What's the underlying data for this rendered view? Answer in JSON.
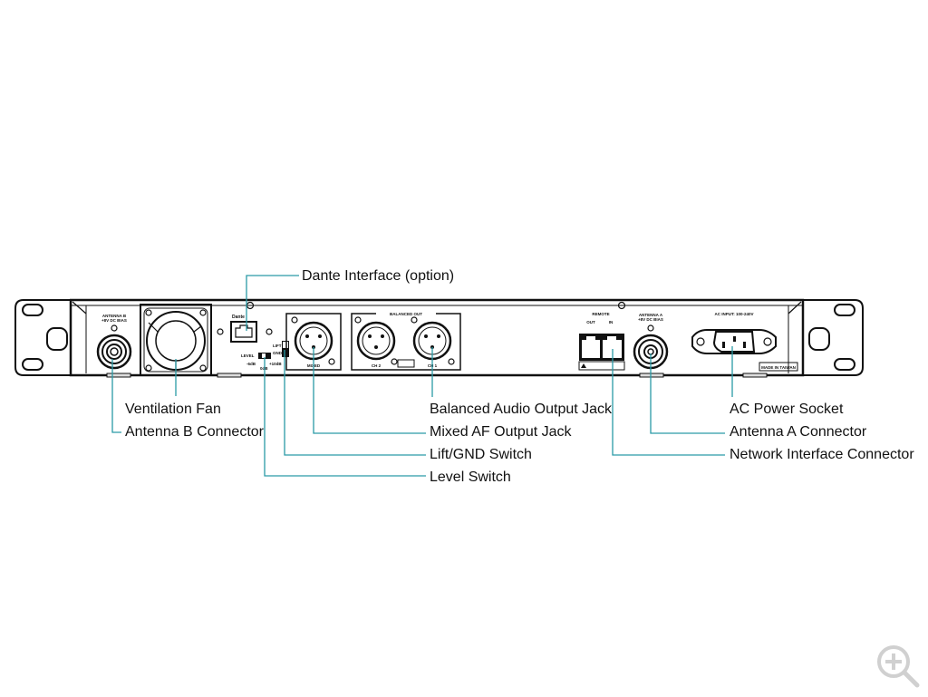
{
  "diagram": {
    "title": "Receiver rear panel callouts",
    "callout_color": "#2a9aa6",
    "callouts": {
      "dante": "Dante Interface (option)",
      "fan": "Ventilation Fan",
      "antenna_b": "Antenna B Connector",
      "balanced_out": "Balanced Audio Output Jack",
      "mixed_af": "Mixed AF Output Jack",
      "lift_gnd": "Lift/GND Switch",
      "level": "Level Switch",
      "ac_power": "AC Power Socket",
      "antenna_a": "Antenna A Connector",
      "network": "Network Interface Connector"
    },
    "panel_text": {
      "antenna_b_l1": "ANTENNA B",
      "antenna_b_l2": "+8V DC BIAS",
      "dante_logo": "Dante",
      "level": "LEVEL",
      "level_low": "-6dB",
      "level_mid": "0dB",
      "level_high": "+10dB",
      "lift": "LIFT",
      "gnd": "GND",
      "mixed": "MIXED",
      "balanced_out": "BALANCED OUT",
      "ch2": "CH 2",
      "ch1": "CH 1",
      "remote": "REMOTE",
      "out": "OUT",
      "in": "IN",
      "antenna_a_l1": "ANTENNA A",
      "antenna_a_l2": "+8V DC BIAS",
      "ac_input": "AC INPUT: 100-240V",
      "made_in": "MADE IN TAIWAN"
    }
  },
  "viewer": {
    "zoom_icon": "zoom-in-icon"
  }
}
